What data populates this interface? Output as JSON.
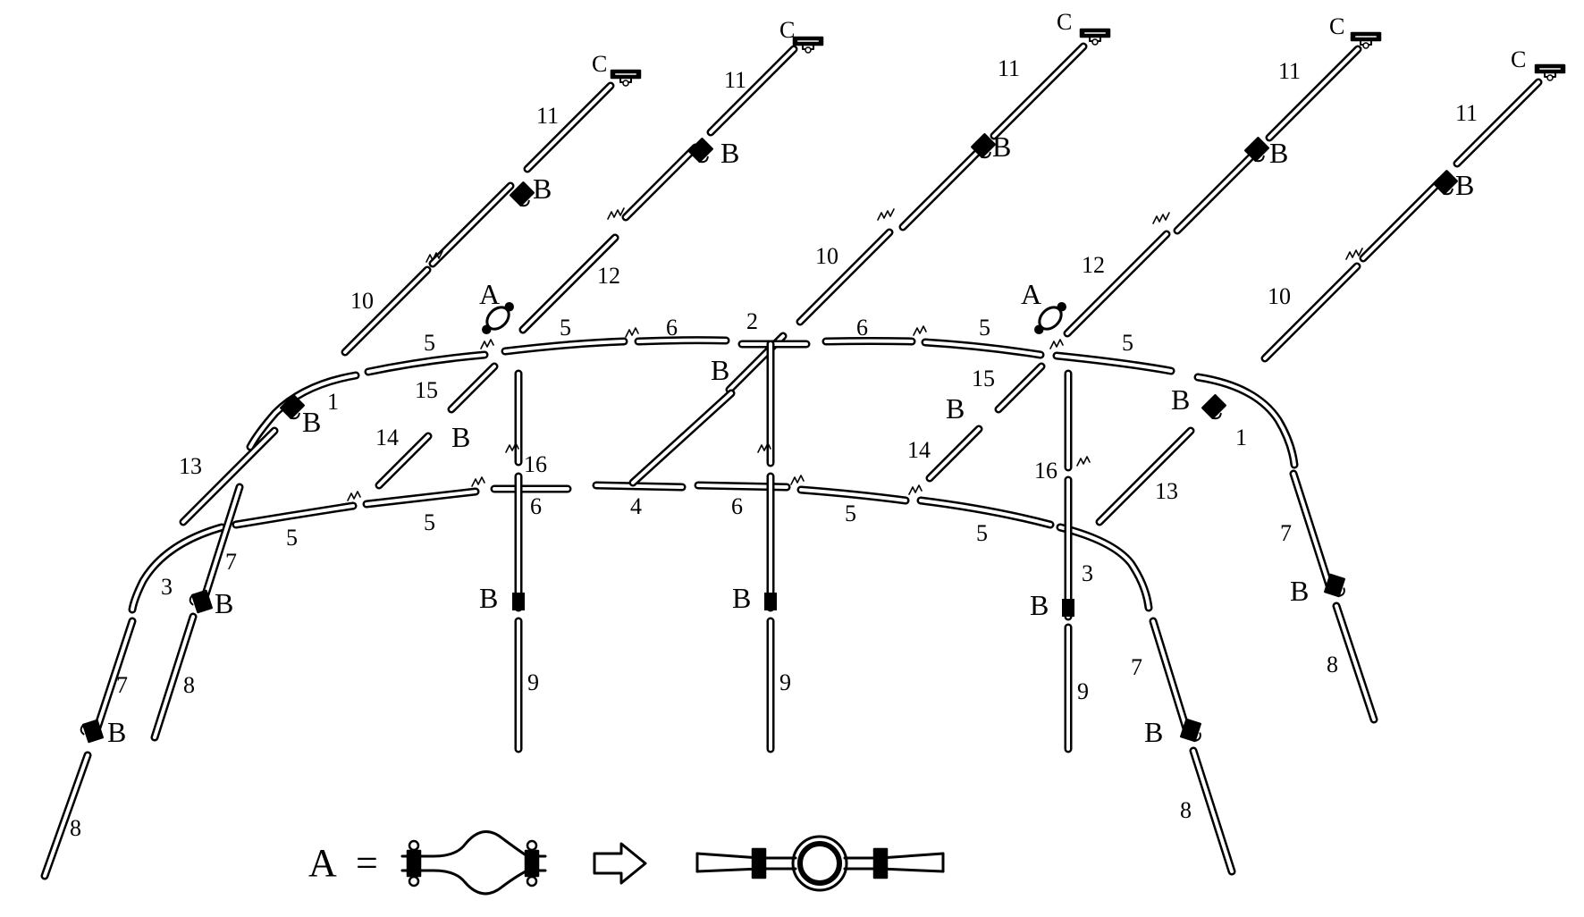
{
  "diagram": {
    "letters": {
      "a": "A",
      "b": "B",
      "c": "C"
    },
    "legend": {
      "lhs": "A",
      "equals": "="
    },
    "pole_labels": {
      "p11a": "11",
      "p11b": "11",
      "p11c": "11",
      "p11d": "11",
      "p11e": "11",
      "p10a": "10",
      "p10b": "10",
      "p10c": "10",
      "p12a": "12",
      "p12b": "12",
      "p5a": "5",
      "p5b": "5",
      "p5c": "5",
      "p5d": "5",
      "p5e": "5",
      "p5f": "5",
      "p5g": "5",
      "p5h": "5",
      "p6a": "6",
      "p6b": "6",
      "p6c": "6",
      "p6d": "6",
      "p2": "2",
      "p4": "4",
      "p1a": "1",
      "p1b": "1",
      "p15a": "15",
      "p15b": "15",
      "p14a": "14",
      "p14b": "14",
      "p13a": "13",
      "p13b": "13",
      "p16a": "16",
      "p16b": "16",
      "p3a": "3",
      "p3b": "3",
      "p7a": "7",
      "p7b": "7",
      "p7c": "7",
      "p7d": "7",
      "p8a": "8",
      "p8b": "8",
      "p8c": "8",
      "p8d": "8",
      "p9a": "9",
      "p9b": "9",
      "p9c": "9"
    }
  }
}
